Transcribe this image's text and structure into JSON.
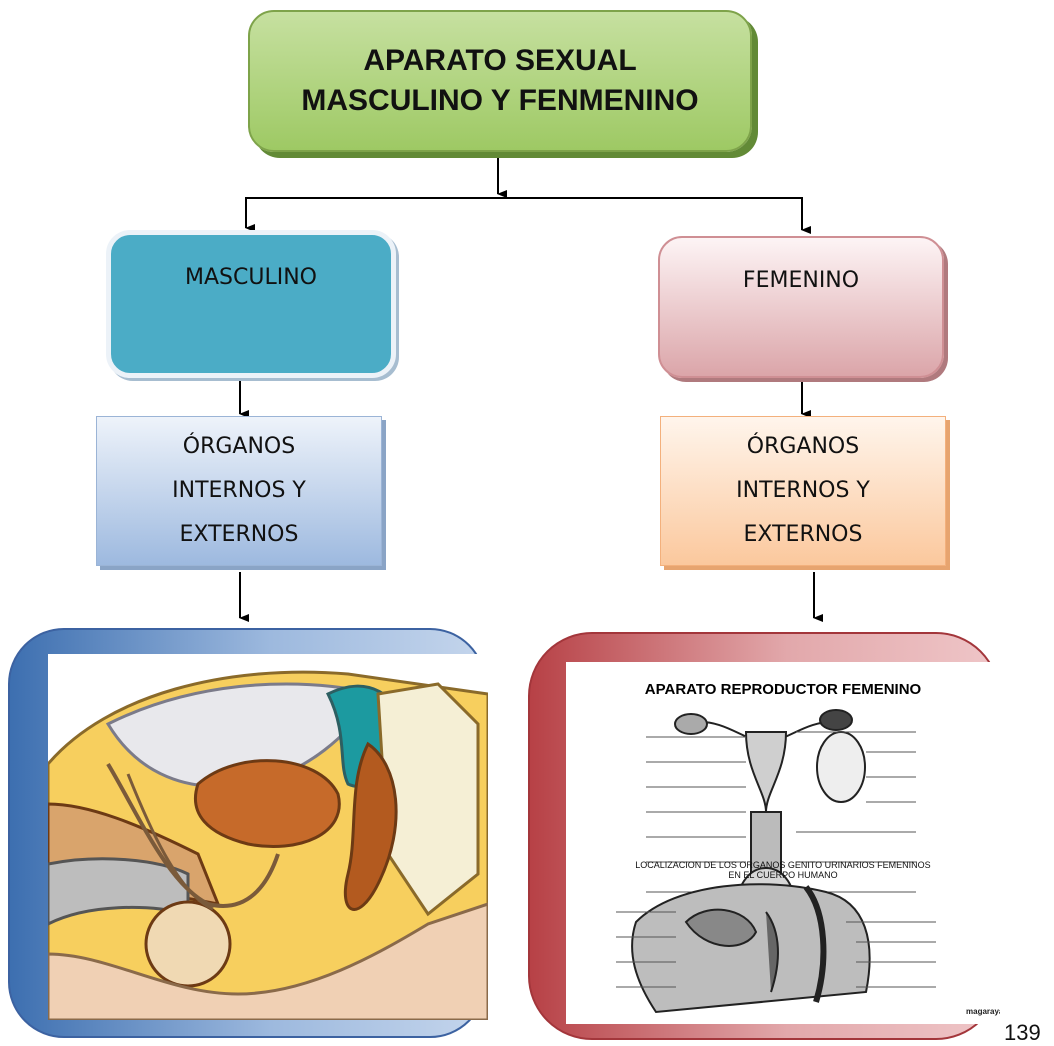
{
  "title": "APARATO  SEXUAL\nMASCULINO Y FENMENINO",
  "male": {
    "label": "MASCULINO",
    "organs": "ÓRGANOS\nINTERNOS Y\nEXTERNOS"
  },
  "female": {
    "label": "FEMENINO",
    "organs": "ÓRGANOS\nINTERNOS Y\nEXTERNOS",
    "image_title": "APARATO REPRODUCTOR FEMENINO",
    "image_subtitle_1": "LOCALIZACION DE LOS ORGANOS GENITO URINARIOS FEMENINOS",
    "image_subtitle_2": "EN EL CUERPO HUMANO",
    "image_credit": "magaraya"
  },
  "page_number": "139",
  "colors": {
    "title_fill": "#9ec964",
    "male_fill": "#4bacc6",
    "female_fill": "#dba5a9",
    "male_organs_fill": "#9db9df",
    "female_organs_fill": "#fbc89d",
    "male_frame": "#3d6fb0",
    "female_frame": "#b74146"
  }
}
